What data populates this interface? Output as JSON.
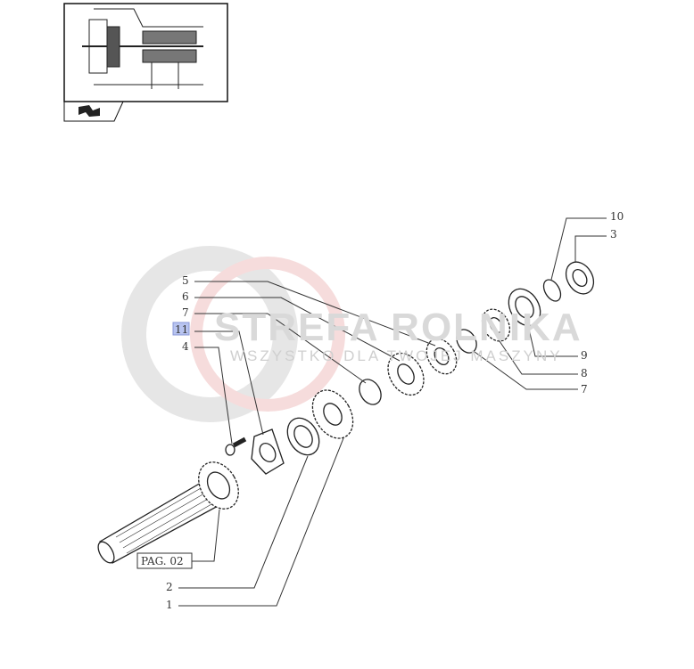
{
  "watermark": {
    "title": "STREFA ROLNIKA",
    "subtitle": "WSZYSTKO DLA TWOJEJ MASZYNY"
  },
  "thumbnail": {
    "icon": "arrow-flag-icon"
  },
  "callouts": {
    "c10": "10",
    "c3": "3",
    "c5": "5",
    "c6": "6",
    "c7a": "7",
    "c11": "11",
    "c4": "4",
    "c9": "9",
    "c8": "8",
    "c7b": "7",
    "c2": "2",
    "c1": "1"
  },
  "page_ref": "PAG. 02",
  "highlight_color": "#b8c4f0"
}
